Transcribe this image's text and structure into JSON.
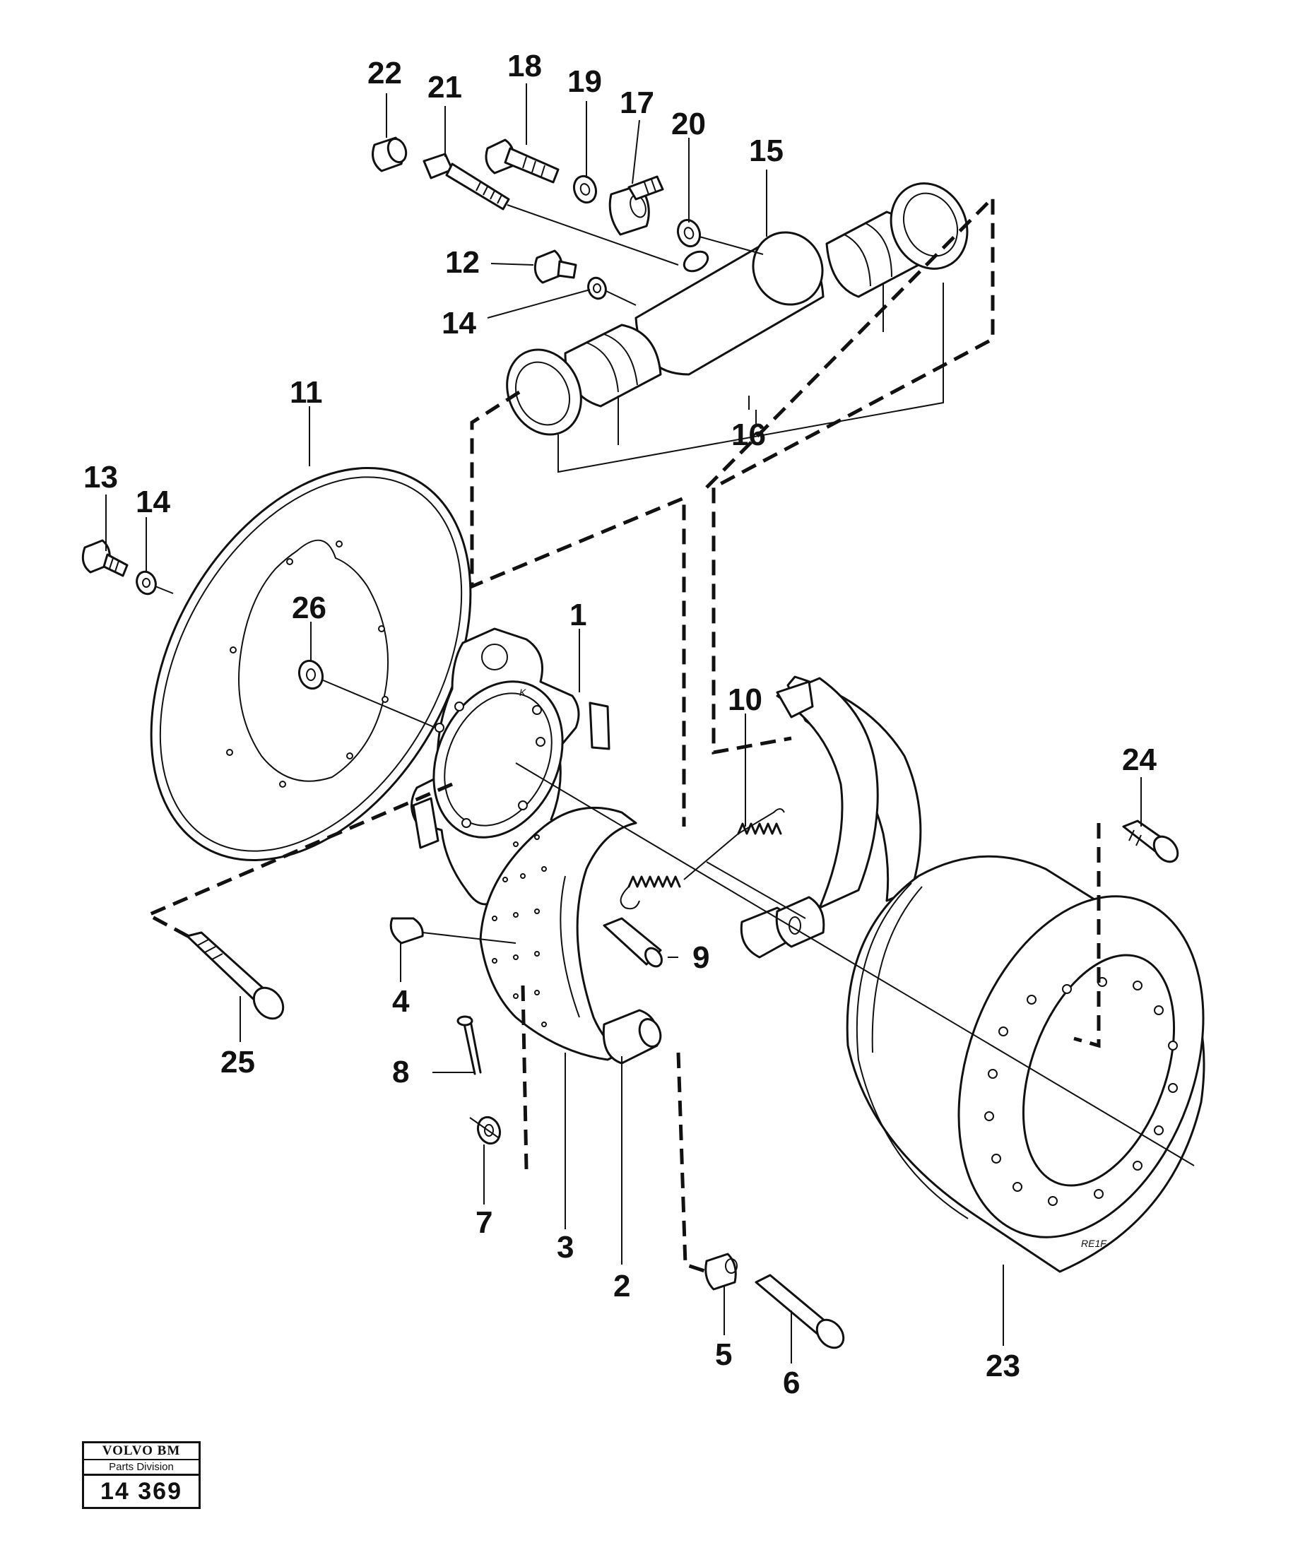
{
  "diagram": {
    "callouts": [
      {
        "id": "c1",
        "text": "1"
      },
      {
        "id": "c2",
        "text": "2"
      },
      {
        "id": "c3",
        "text": "3"
      },
      {
        "id": "c4",
        "text": "4"
      },
      {
        "id": "c5",
        "text": "5"
      },
      {
        "id": "c6",
        "text": "6"
      },
      {
        "id": "c7",
        "text": "7"
      },
      {
        "id": "c8",
        "text": "8"
      },
      {
        "id": "c9",
        "text": "9"
      },
      {
        "id": "c10",
        "text": "10"
      },
      {
        "id": "c11",
        "text": "11"
      },
      {
        "id": "c12",
        "text": "12"
      },
      {
        "id": "c13",
        "text": "13"
      },
      {
        "id": "c14a",
        "text": "14"
      },
      {
        "id": "c14b",
        "text": "14"
      },
      {
        "id": "c15",
        "text": "15"
      },
      {
        "id": "c16",
        "text": "16"
      },
      {
        "id": "c17",
        "text": "17"
      },
      {
        "id": "c18",
        "text": "18"
      },
      {
        "id": "c19",
        "text": "19"
      },
      {
        "id": "c20",
        "text": "20"
      },
      {
        "id": "c21",
        "text": "21"
      },
      {
        "id": "c22",
        "text": "22"
      },
      {
        "id": "c23",
        "text": "23"
      },
      {
        "id": "c24",
        "text": "24"
      },
      {
        "id": "c25",
        "text": "25"
      },
      {
        "id": "c26",
        "text": "26"
      }
    ],
    "drum_marking": "RE1F"
  },
  "stamp": {
    "brand": "VOLVO BM",
    "division": "Parts Division",
    "number": "14 369"
  }
}
